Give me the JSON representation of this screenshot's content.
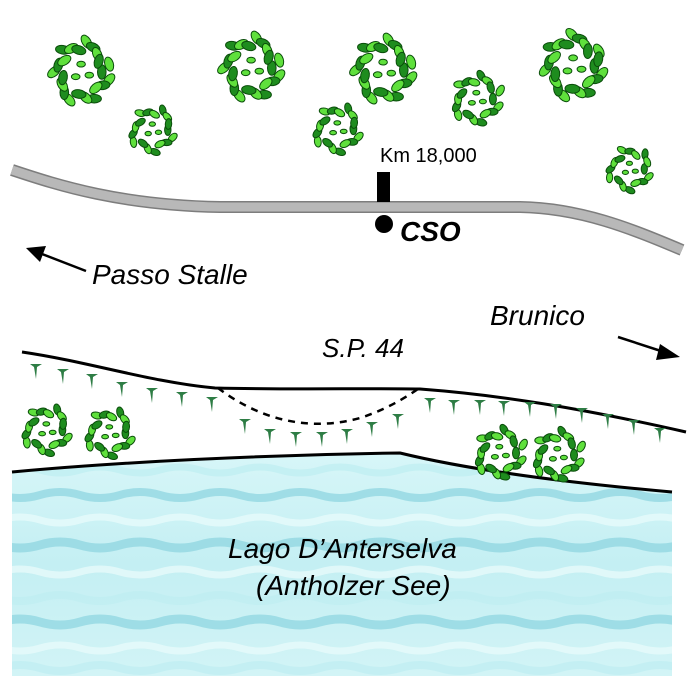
{
  "labels": {
    "km_marker": "Km 18,000",
    "station": "CSO",
    "direction_left": "Passo Stalle",
    "direction_right": "Brunico",
    "road_name": "S.P. 44",
    "lake_line1": "Lago D’Anterselva",
    "lake_line2": "(Antholzer See)"
  },
  "colors": {
    "road": "#b3b3b3",
    "road_edge": "#777777",
    "tree_light": "#5fe03c",
    "tree_dark": "#1e8c1e",
    "tree_outline": "#0a4d0a",
    "grass": "#2e7d45",
    "water_light": "#e8fbfb",
    "water_mid": "#bfeef2",
    "water_dark": "#8fd6e0",
    "ink": "#000000"
  },
  "icons": {
    "tree": "tree-canopy-icon",
    "grass": "grass-tuft-icon",
    "station": "station-dot-icon",
    "marker": "km-post-icon",
    "arrow_left": "arrow-left-icon",
    "arrow_right": "arrow-right-icon"
  }
}
